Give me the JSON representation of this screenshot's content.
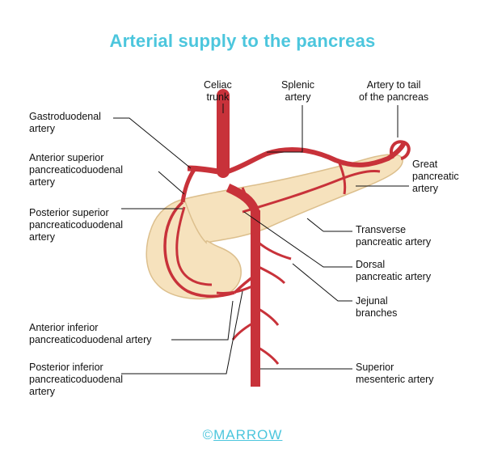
{
  "title": "Arterial supply to the pancreas",
  "labels": {
    "celiac_trunk": "Celiac\ntrunk",
    "splenic_artery": "Splenic\nartery",
    "artery_to_tail": "Artery to tail\nof the pancreas",
    "gastroduodenal": "Gastroduodenal\nartery",
    "ant_sup_pd": "Anterior superior\npancreaticoduodenal\nartery",
    "post_sup_pd": "Posterior superior\npancreaticoduodenal\nartery",
    "great_pancreatic": "Great\npancreatic\nartery",
    "transverse_pancreatic": "Transverse\npancreatic artery",
    "dorsal_pancreatic": "Dorsal\npancreatic artery",
    "jejunal_branches": "Jejunal\nbranches",
    "ant_inf_pd": "Anterior inferior\npancreaticoduodenal artery",
    "post_inf_pd": "Posterior inferior\npancreaticoduodenal\nartery",
    "superior_mesenteric": "Superior\nmesenteric artery"
  },
  "logo": {
    "symbol": "©",
    "name": "MARROW"
  },
  "colors": {
    "title": "#4cc6dd",
    "artery": "#c8323a",
    "pancreas": "#f6e2bd",
    "logo": "#4cc6dd"
  }
}
